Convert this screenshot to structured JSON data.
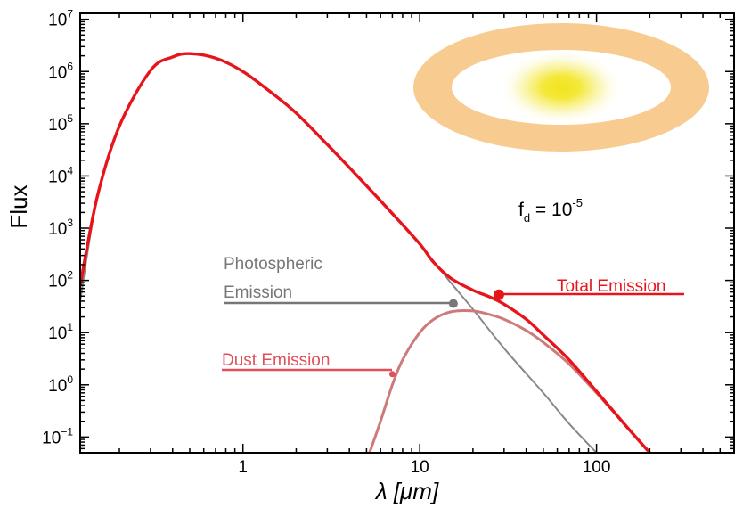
{
  "chart_data": {
    "type": "line",
    "xlabel": "λ [μm]",
    "ylabel": "Flux",
    "x_scale": "log",
    "y_scale": "log",
    "xlim": [
      0.12,
      600
    ],
    "ylim": [
      0.05,
      13000000.0
    ],
    "x_ticks": [
      {
        "value": 1,
        "label": "1"
      },
      {
        "value": 10,
        "label": "10"
      },
      {
        "value": 100,
        "label": "100"
      }
    ],
    "y_ticks": [
      {
        "value": 10000000.0,
        "base": "10",
        "exp": "7"
      },
      {
        "value": 1000000.0,
        "base": "10",
        "exp": "6"
      },
      {
        "value": 100000.0,
        "base": "10",
        "exp": "5"
      },
      {
        "value": 10000.0,
        "base": "10",
        "exp": "4"
      },
      {
        "value": 1000.0,
        "base": "10",
        "exp": "3"
      },
      {
        "value": 100.0,
        "base": "10",
        "exp": "2"
      },
      {
        "value": 10.0,
        "base": "10",
        "exp": "1"
      },
      {
        "value": 1.0,
        "base": "10",
        "exp": "0"
      },
      {
        "value": 0.1,
        "base": "10",
        "exp": "−1"
      }
    ],
    "series": [
      {
        "color": "#888888",
        "x": [
          0.12,
          0.15,
          0.2,
          0.3,
          0.4,
          0.5,
          0.7,
          1,
          1.5,
          2,
          3,
          5,
          7,
          10,
          15,
          20,
          30,
          50,
          70,
          100
        ],
        "y": [
          40.0,
          4000.0,
          90000.0,
          1050000.0,
          1900000.0,
          2200000.0,
          1800000.0,
          1000000.0,
          360000.0,
          160000.0,
          40000.0,
          6500.0,
          1900.0,
          490.0,
          90.0,
          28.0,
          5.0,
          0.7,
          0.18,
          0.05
        ]
      },
      {
        "color": "#cc7a7a",
        "x": [
          5.2,
          6,
          7,
          8,
          10,
          12,
          15,
          20,
          25,
          30,
          40,
          50,
          70,
          100,
          150,
          200
        ],
        "y": [
          0.05,
          0.2,
          1.0,
          3.0,
          10.0,
          18.0,
          25.0,
          26.0,
          22.0,
          18.0,
          11.0,
          6.5,
          2.5,
          0.7,
          0.15,
          0.05
        ]
      },
      {
        "color": "#e8141c",
        "x": [
          0.12,
          0.15,
          0.2,
          0.3,
          0.4,
          0.5,
          0.7,
          1,
          1.5,
          2,
          3,
          5,
          7,
          10,
          12,
          15,
          20,
          25,
          30,
          40,
          50,
          70,
          100,
          150,
          200
        ],
        "y": [
          80.0,
          4000.0,
          90000.0,
          1050000.0,
          1900000.0,
          2200000.0,
          1800000.0,
          1000000.0,
          360000.0,
          160000.0,
          40000.0,
          6500.0,
          1900.0,
          500.0,
          220.0,
          110.0,
          65.0,
          48.0,
          35.0,
          18.0,
          9.0,
          3.0,
          0.75,
          0.15,
          0.05
        ]
      }
    ],
    "annotations": [
      {
        "id": "photospheric",
        "lines": [
          "Photospheric",
          "Emission"
        ],
        "color": "#777777",
        "point": {
          "x": 15.5,
          "y": 36
        }
      },
      {
        "id": "total",
        "lines": [
          "Total Emission"
        ],
        "color": "#e8141c",
        "point": {
          "x": 28,
          "y": 53
        }
      },
      {
        "id": "dust",
        "lines": [
          "Dust Emission"
        ],
        "color": "#e0505a",
        "point": {
          "x": 7.0,
          "y": 1.6
        }
      }
    ],
    "dust_fraction": {
      "lhs": "f",
      "sub": "d",
      "eq": " = 10",
      "exp": "-5"
    },
    "colors": {
      "disk": "#f8cc90",
      "star_core": "#f2e41c",
      "red": "#e8141c",
      "grey": "#888888",
      "dust": "#cc7a7a"
    },
    "grid": false
  }
}
